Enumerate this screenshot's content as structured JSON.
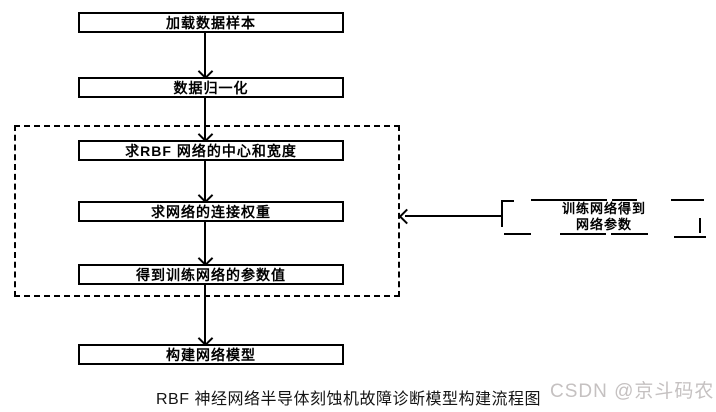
{
  "diagram": {
    "title": "RBF flowchart",
    "boxes": [
      {
        "label": "加载数据样本"
      },
      {
        "label": "数据归一化"
      },
      {
        "label": "求RBF 网络的中心和宽度"
      },
      {
        "label": "求网络的连接权重"
      },
      {
        "label": "得到训练网络的参数值"
      },
      {
        "label": "构建网络模型"
      }
    ],
    "callout": {
      "line1": "训练网络得到",
      "line2": "网络参数"
    },
    "caption": "RBF 神经网络半导体刻蚀机故障诊断模型构建流程图",
    "watermark": "CSDN @京斗码农",
    "colors": {
      "line": "#000000",
      "box_fill": "#ffffff",
      "watermark": "#c5c1c1",
      "background": "#ffffff"
    }
  }
}
